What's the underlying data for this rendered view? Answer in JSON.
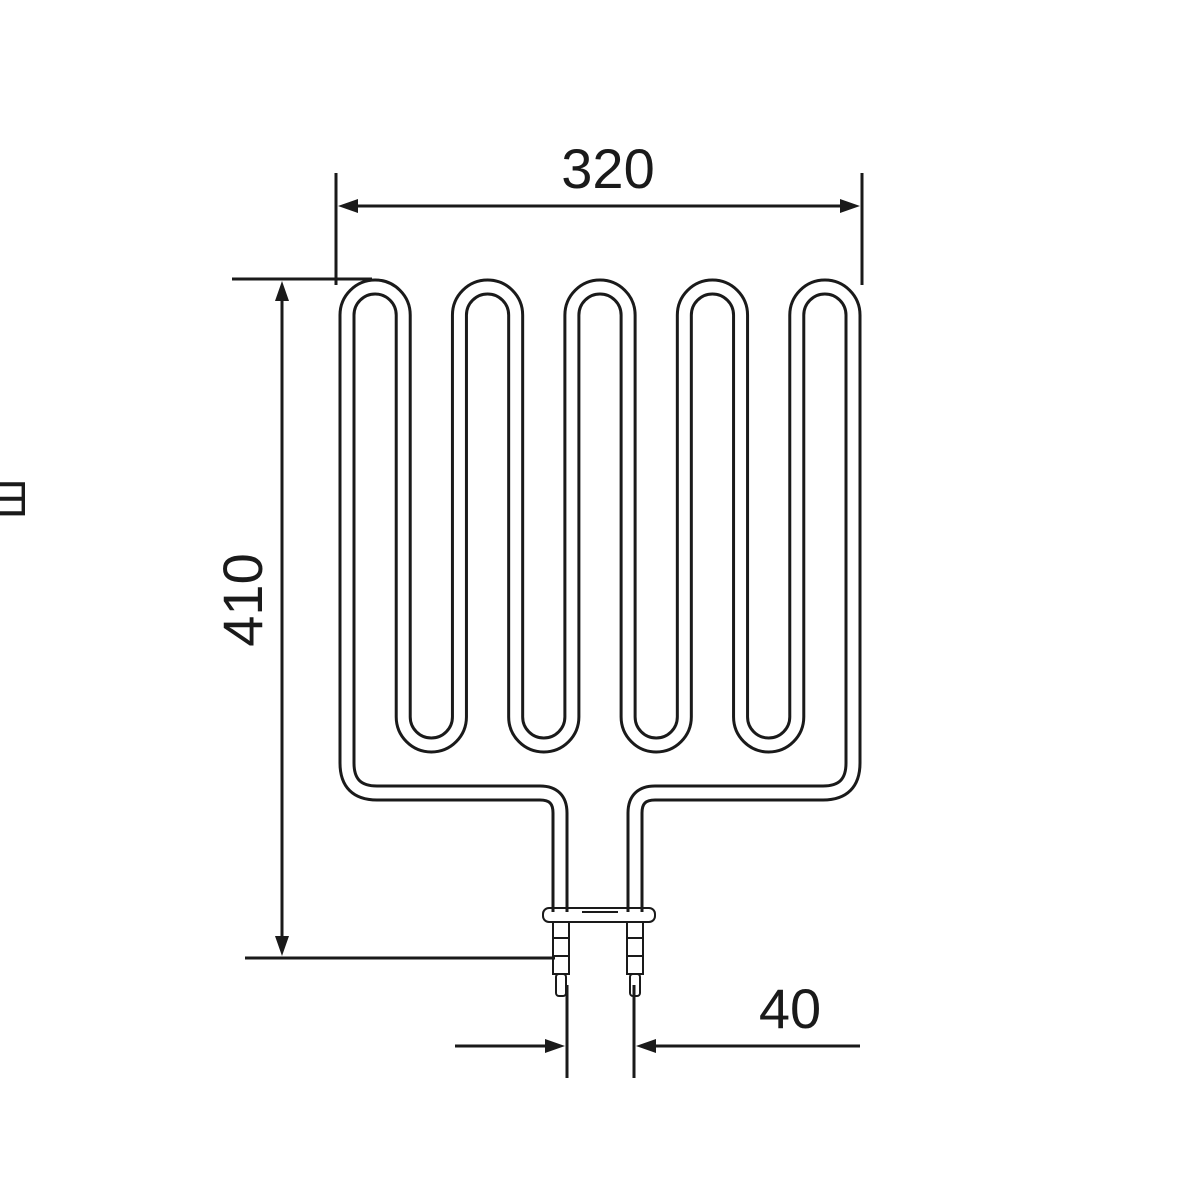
{
  "dimensions": {
    "width": "320",
    "height": "410",
    "terminal_spacing": "40"
  },
  "edge_glyph": "Ш",
  "colors": {
    "ink": "#1a1a1a",
    "background": "#ffffff"
  }
}
